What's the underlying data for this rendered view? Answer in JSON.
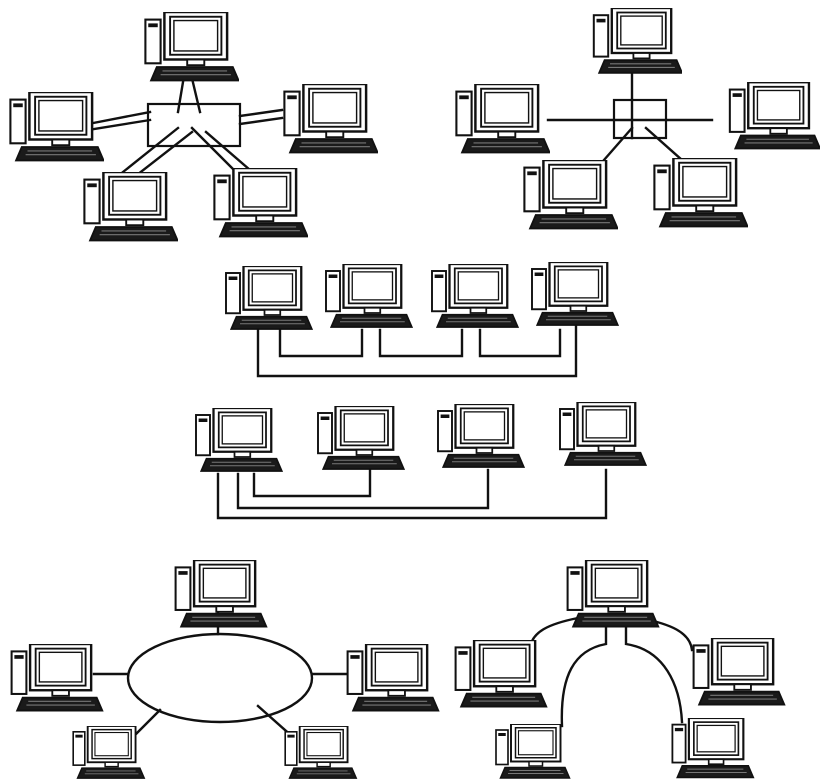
{
  "figure": {
    "stroke_color": "#111111",
    "background_color": "#ffffff",
    "node_icon": "desktop-computer-icon",
    "diagrams": [
      {
        "id": "star-hub",
        "nodes": 5,
        "connector": "central-hub-box"
      },
      {
        "id": "star-cross",
        "nodes": 5,
        "connector": "cross-junction-box"
      },
      {
        "id": "bus-top",
        "nodes": 4,
        "connector": "bus-line"
      },
      {
        "id": "bus-nested",
        "nodes": 4,
        "connector": "nested-bus-lines"
      },
      {
        "id": "ring",
        "nodes": 5,
        "connector": "ellipse-ring"
      },
      {
        "id": "tree",
        "nodes": 5,
        "connector": "branching-curves"
      }
    ]
  }
}
